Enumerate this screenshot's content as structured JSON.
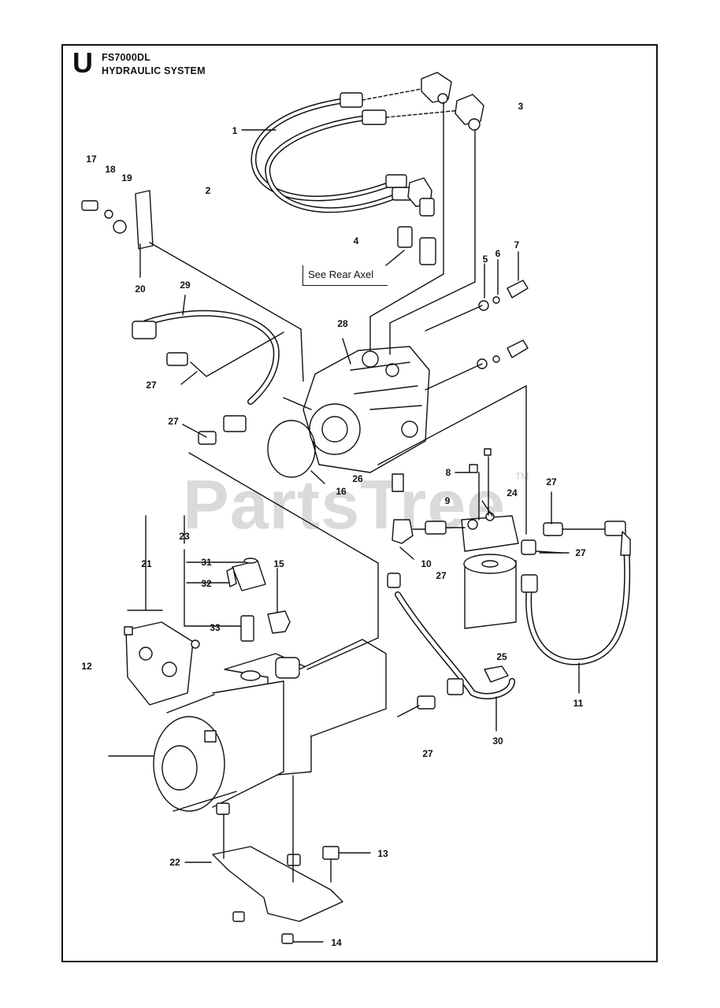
{
  "section_letter": "U",
  "model": "FS7000DL",
  "system_title": "HYDRAULIC SYSTEM",
  "note": "See Rear Axel",
  "watermark": "PartsTree",
  "watermark_tm": "TM",
  "callouts": {
    "c1": "1",
    "c2": "2",
    "c3": "3",
    "c4": "4",
    "c5": "5",
    "c6": "6",
    "c7": "7",
    "c8": "8",
    "c9": "9",
    "c10": "10",
    "c11": "11",
    "c12": "12",
    "c13": "13",
    "c14": "14",
    "c15": "15",
    "c16": "16",
    "c17": "17",
    "c18": "18",
    "c19": "19",
    "c20": "20",
    "c21": "21",
    "c22": "22",
    "c23": "23",
    "c24": "24",
    "c25": "25",
    "c26": "26",
    "c27a": "27",
    "c27b": "27",
    "c27c": "27",
    "c27d": "27",
    "c27e": "27",
    "c27f": "27",
    "c28": "28",
    "c29": "29",
    "c30": "30",
    "c31": "31",
    "c32": "32",
    "c33": "33"
  }
}
